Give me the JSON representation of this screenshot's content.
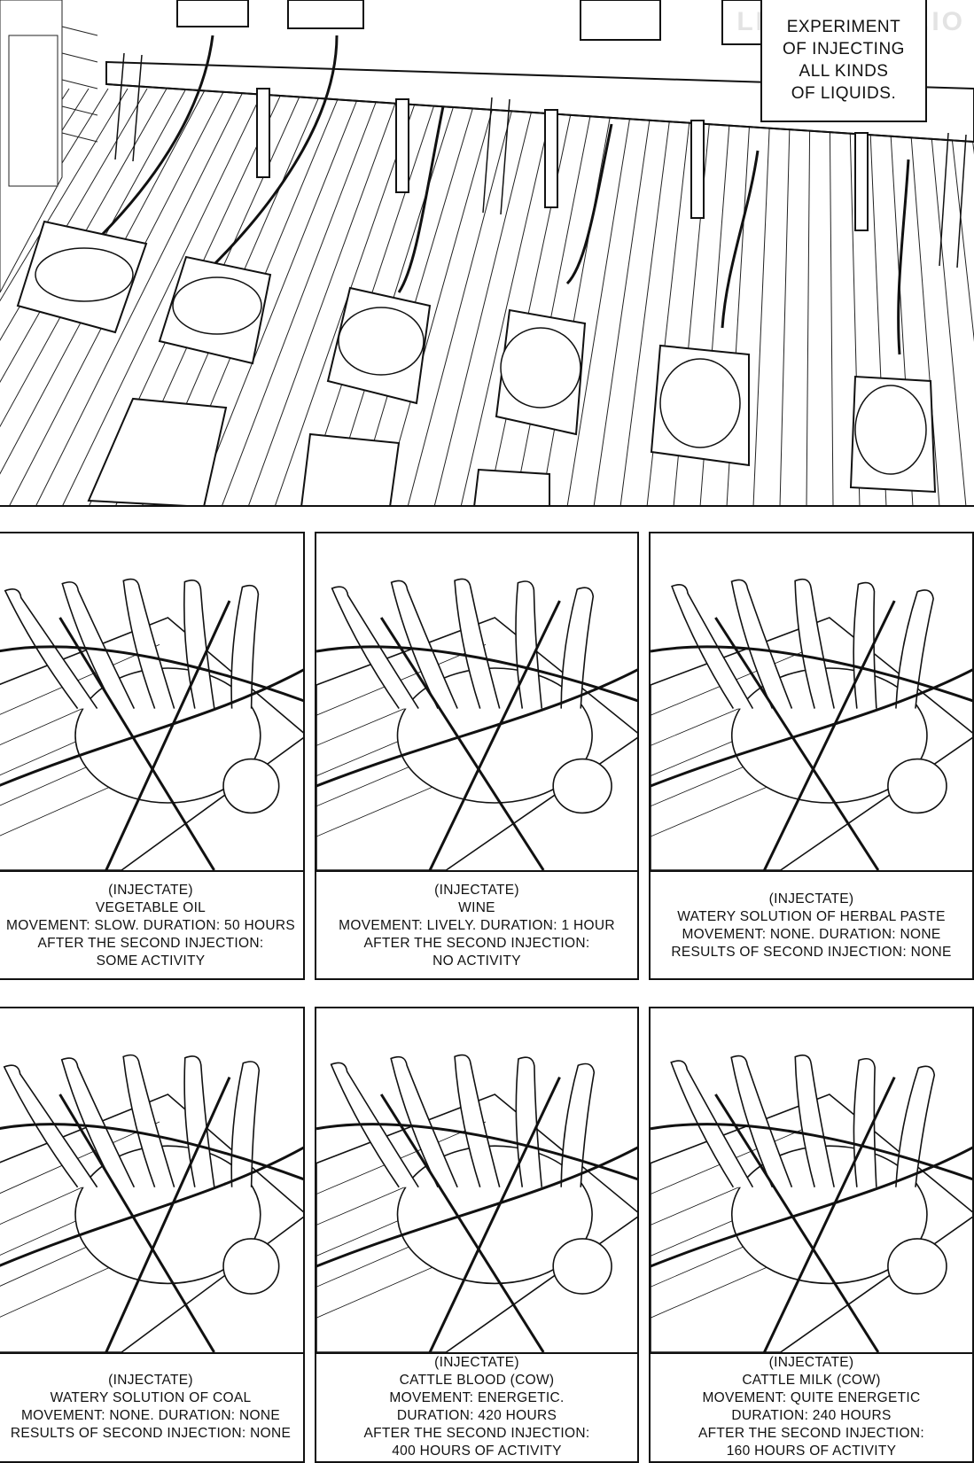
{
  "watermark": "LIKEMANGA.IO",
  "caption": {
    "lines": [
      "EXPERIMENT",
      "OF INJECTING",
      "ALL KINDS",
      "OF LIQUIDS."
    ]
  },
  "panels": [
    {
      "lines": [
        "(INJECTATE)",
        "VEGETABLE OIL",
        "MOVEMENT: SLOW. DURATION: 50 HOURS",
        "AFTER THE SECOND INJECTION:",
        "SOME ACTIVITY"
      ]
    },
    {
      "lines": [
        "(INJECTATE)",
        "WINE",
        "MOVEMENT: LIVELY. DURATION: 1 HOUR",
        "AFTER THE SECOND INJECTION:",
        "NO ACTIVITY"
      ]
    },
    {
      "lines": [
        "(INJECTATE)",
        "WATERY SOLUTION OF HERBAL PASTE",
        "MOVEMENT: NONE. DURATION: NONE",
        "RESULTS OF SECOND INJECTION: NONE"
      ]
    },
    {
      "lines": [
        "(INJECTATE)",
        "WATERY SOLUTION OF COAL",
        "MOVEMENT: NONE. DURATION: NONE",
        "RESULTS OF SECOND INJECTION: NONE"
      ]
    },
    {
      "lines": [
        "(INJECTATE)",
        "CATTLE BLOOD (COW)",
        "MOVEMENT: ENERGETIC.",
        "DURATION: 420 HOURS",
        "AFTER THE SECOND INJECTION:",
        "400 HOURS OF ACTIVITY"
      ]
    },
    {
      "lines": [
        "(INJECTATE)",
        "CATTLE MILK (COW)",
        "MOVEMENT: QUITE ENERGETIC",
        "DURATION: 240 HOURS",
        "AFTER THE SECOND INJECTION:",
        "160 HOURS OF ACTIVITY"
      ]
    }
  ]
}
